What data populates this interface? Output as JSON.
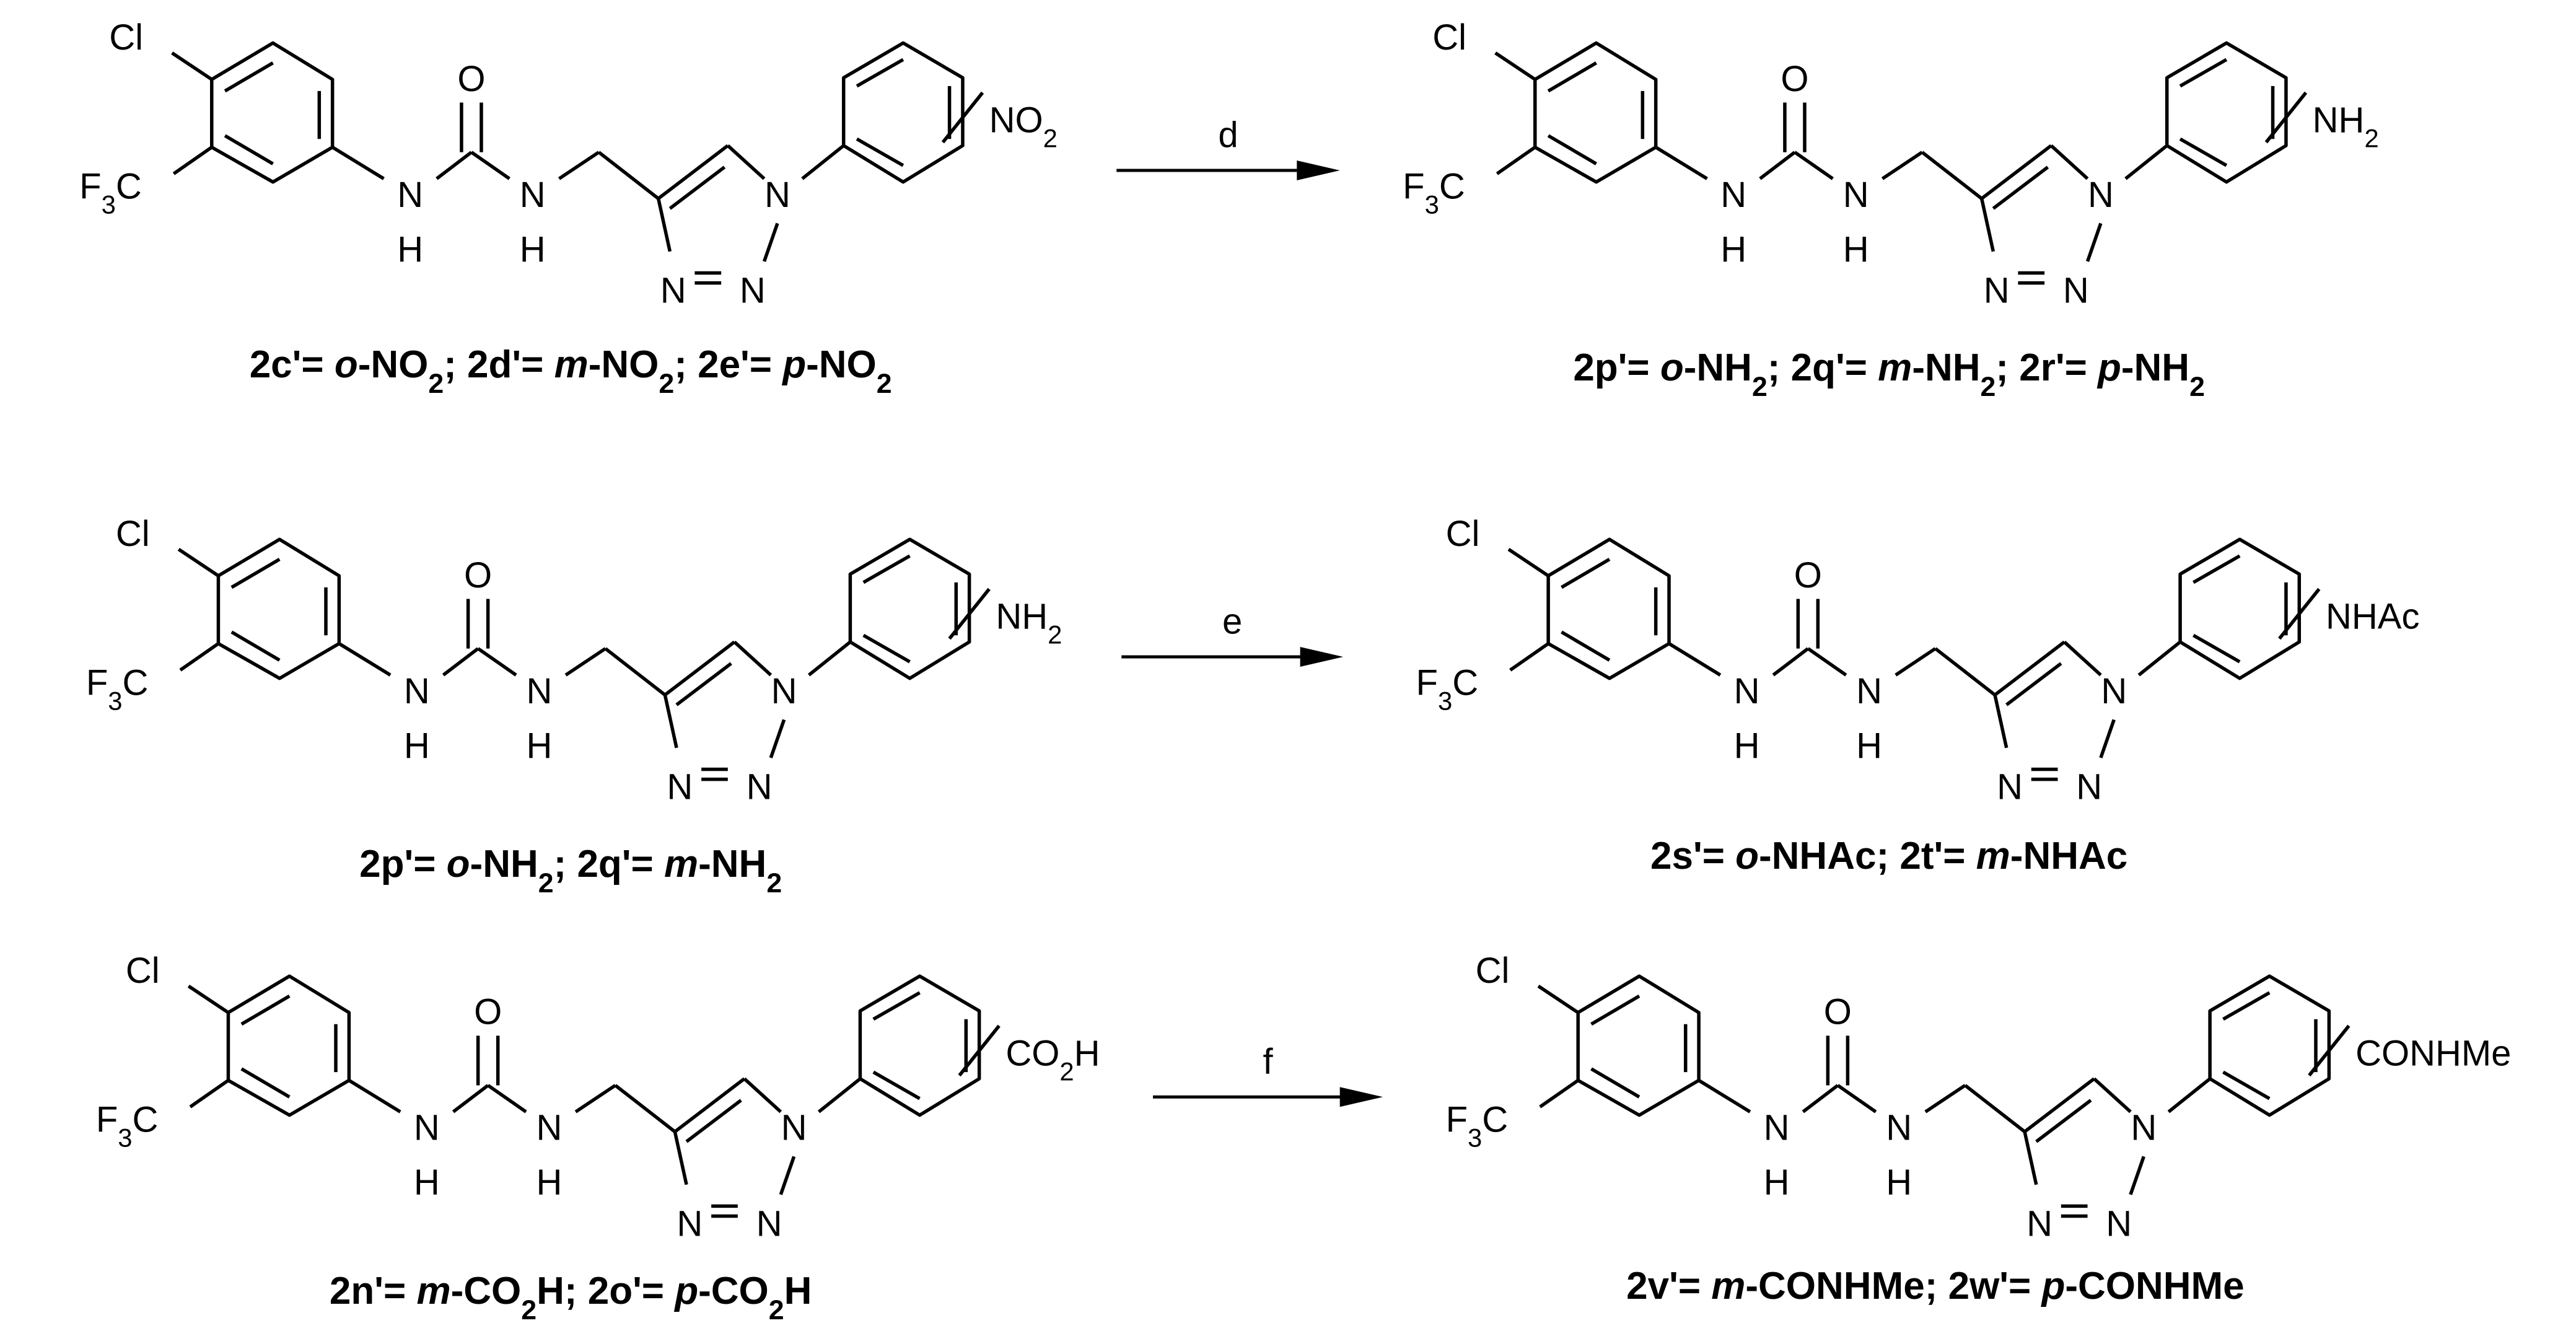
{
  "colors": {
    "ink": "#000000",
    "background": "#ffffff"
  },
  "rows": [
    {
      "reactant": {
        "substituent": "NO2",
        "caption": "2c'= o-NO2; 2d'= m-NO2; 2e'= p-NO2"
      },
      "condition": "d",
      "product": {
        "substituent": "NH2",
        "caption": "2p'= o-NH2; 2q'= m-NH2; 2r'= p-NH2"
      }
    },
    {
      "reactant": {
        "substituent": "NH2",
        "caption": "2p'= o-NH2; 2q'= m-NH2"
      },
      "condition": "e",
      "product": {
        "substituent": "NHAc",
        "caption": "2s'= o-NHAc; 2t'= m-NHAc"
      }
    },
    {
      "reactant": {
        "substituent": "CO2H",
        "caption": "2n'= m-CO2H; 2o'= p-CO2H"
      },
      "condition": "f",
      "product": {
        "substituent": "CONHMe",
        "caption": "2v'= m-CONHMe; 2w'= p-CONHMe"
      }
    }
  ],
  "atoms": {
    "chloro": "Cl",
    "trifluoromethyl": "F3C",
    "carbonyl_oxygen": "O",
    "urea_nh": "N",
    "urea_h": "H",
    "triazole_n": "N"
  }
}
